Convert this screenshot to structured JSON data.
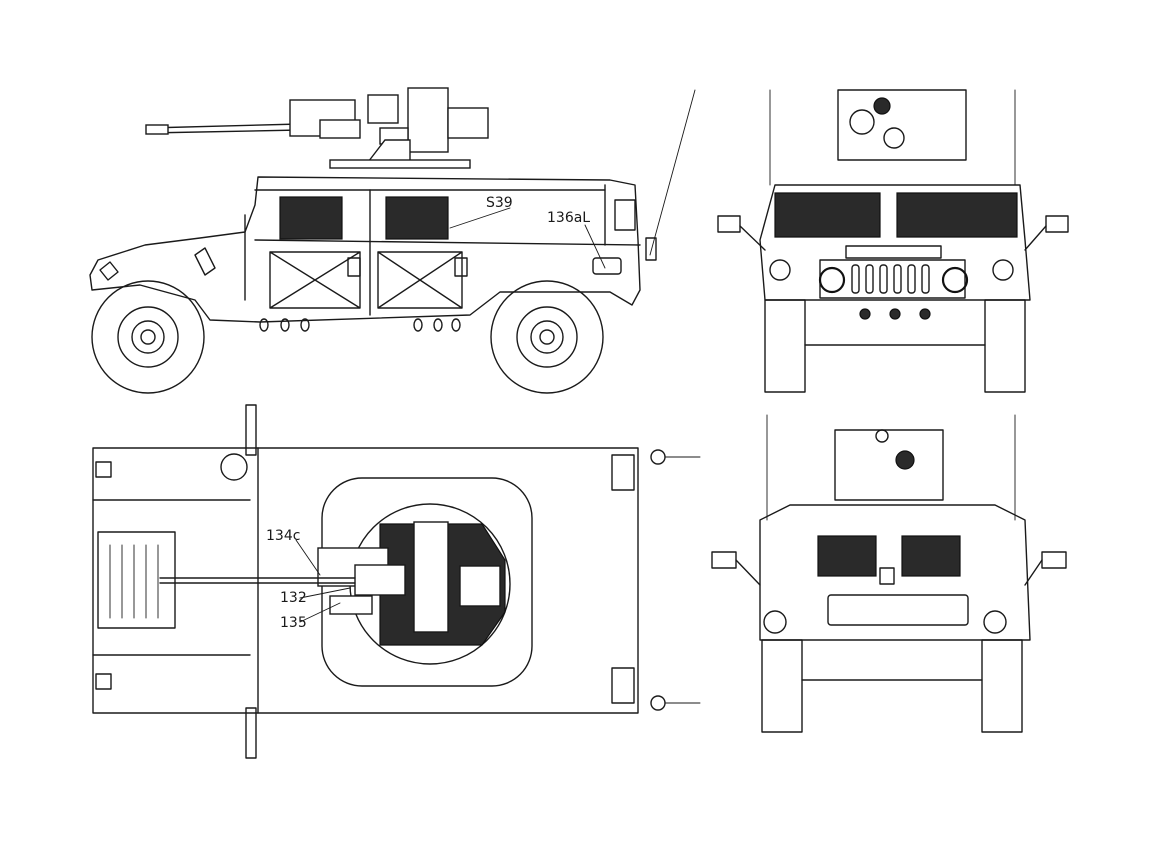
{
  "callouts": {
    "s39": "S39",
    "c136al": "136aL",
    "c134c": "134c",
    "c132": "132",
    "c135": "135"
  }
}
